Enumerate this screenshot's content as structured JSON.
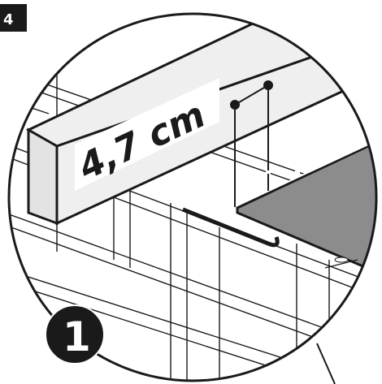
{
  "step_number": "4",
  "measurement_label": "4,7 cm",
  "circle_number": "1",
  "colors": {
    "ink": "#1a1a1a",
    "panel": "#8c8c8c",
    "beam_fill": "#efefef",
    "label_fill": "#ffffff",
    "guide_line": "#d9d9d9"
  }
}
